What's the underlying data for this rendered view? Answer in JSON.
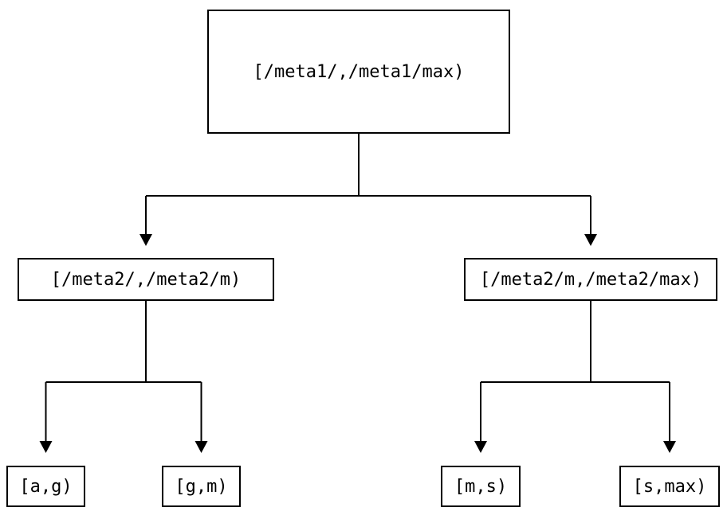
{
  "diagram": {
    "type": "binary-tree",
    "background_color": "#ffffff",
    "line_color": "#000000",
    "box_border_color": "#000000",
    "text_color": "#000000",
    "nodes": {
      "root": {
        "label": "[/meta1/,/meta1/max)"
      },
      "left": {
        "label": "[/meta2/,/meta2/m)"
      },
      "right": {
        "label": "[/meta2/m,/meta2/max)"
      },
      "leaf_ag": {
        "label": "[a,g)"
      },
      "leaf_gm": {
        "label": "[g,m)"
      },
      "leaf_ms": {
        "label": "[m,s)"
      },
      "leaf_smax": {
        "label": "[s,max)"
      }
    },
    "edges": [
      {
        "from": "root",
        "to": "left"
      },
      {
        "from": "root",
        "to": "right"
      },
      {
        "from": "left",
        "to": "leaf_ag"
      },
      {
        "from": "left",
        "to": "leaf_gm"
      },
      {
        "from": "right",
        "to": "leaf_ms"
      },
      {
        "from": "right",
        "to": "leaf_smax"
      }
    ]
  }
}
